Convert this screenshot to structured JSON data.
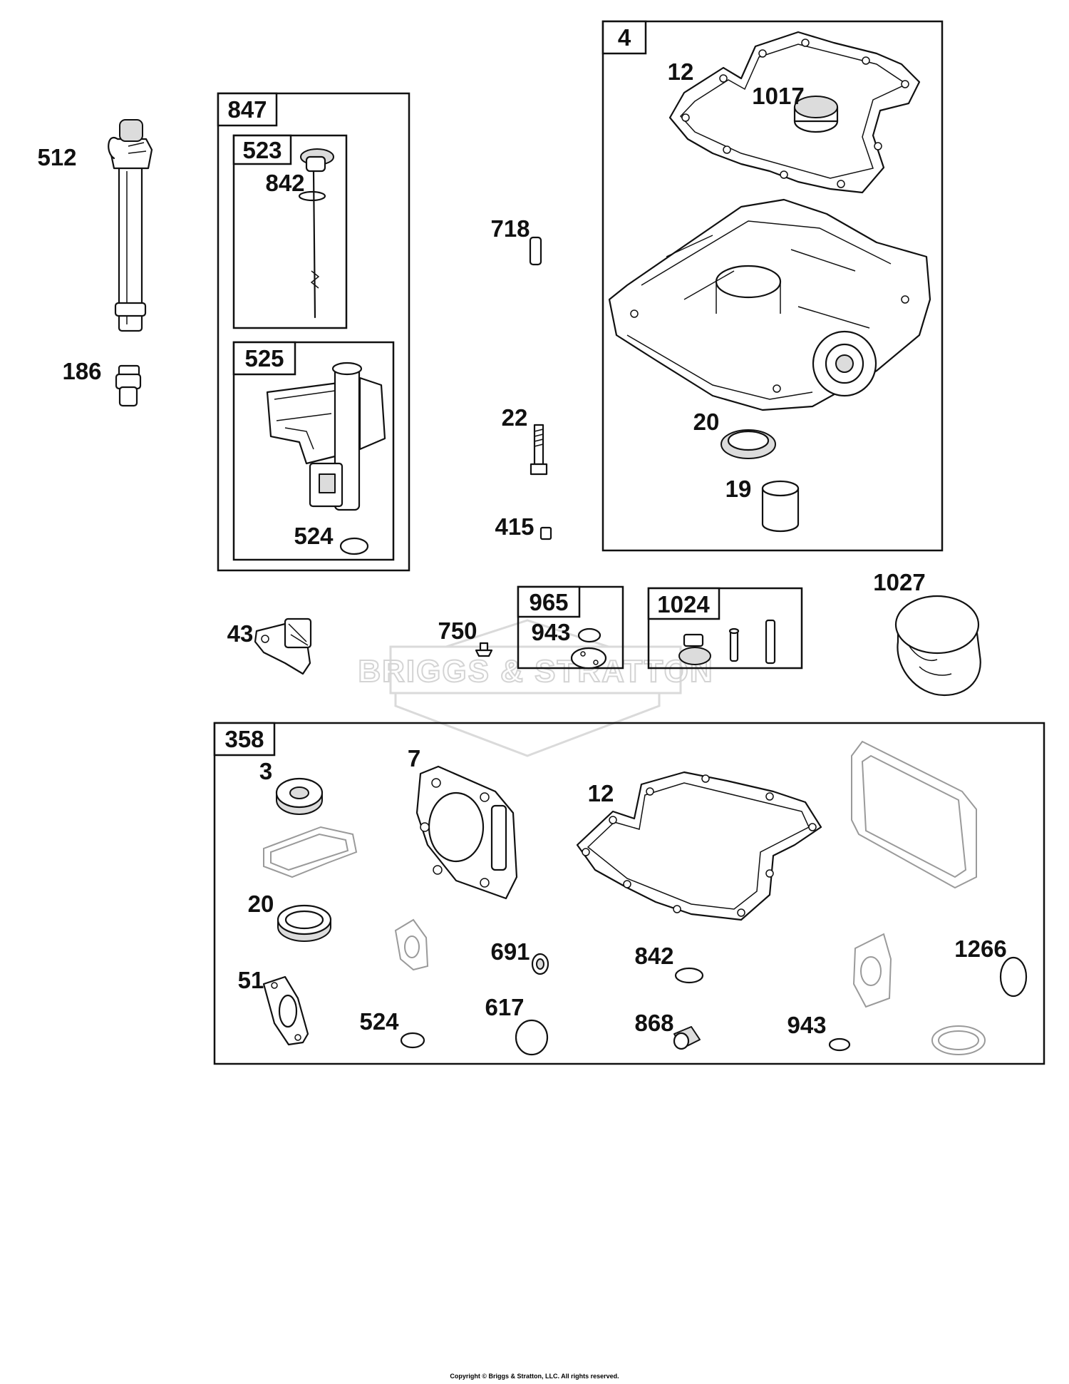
{
  "diagram": {
    "watermark": "BRIGGS & STRATTON",
    "copyright": "Copyright © Briggs & Stratton, LLC. All rights reserved.",
    "groups": [
      {
        "id": "847",
        "label": "847"
      },
      {
        "id": "523",
        "label": "523"
      },
      {
        "id": "525",
        "label": "525"
      },
      {
        "id": "4",
        "label": "4"
      },
      {
        "id": "965",
        "label": "965"
      },
      {
        "id": "1024",
        "label": "1024"
      },
      {
        "id": "358",
        "label": "358"
      }
    ],
    "callouts": [
      {
        "id": "512",
        "label": "512"
      },
      {
        "id": "186",
        "label": "186"
      },
      {
        "id": "842a",
        "label": "842"
      },
      {
        "id": "524a",
        "label": "524"
      },
      {
        "id": "718",
        "label": "718"
      },
      {
        "id": "22",
        "label": "22"
      },
      {
        "id": "415",
        "label": "415"
      },
      {
        "id": "12a",
        "label": "12"
      },
      {
        "id": "1017",
        "label": "1017"
      },
      {
        "id": "20a",
        "label": "20"
      },
      {
        "id": "19",
        "label": "19"
      },
      {
        "id": "43",
        "label": "43"
      },
      {
        "id": "750",
        "label": "750"
      },
      {
        "id": "943a",
        "label": "943"
      },
      {
        "id": "1027",
        "label": "1027"
      },
      {
        "id": "3",
        "label": "3"
      },
      {
        "id": "7",
        "label": "7"
      },
      {
        "id": "12b",
        "label": "12"
      },
      {
        "id": "20b",
        "label": "20"
      },
      {
        "id": "691",
        "label": "691"
      },
      {
        "id": "842b",
        "label": "842"
      },
      {
        "id": "1266",
        "label": "1266"
      },
      {
        "id": "51",
        "label": "51"
      },
      {
        "id": "524b",
        "label": "524"
      },
      {
        "id": "617",
        "label": "617"
      },
      {
        "id": "868",
        "label": "868"
      },
      {
        "id": "943b",
        "label": "943"
      }
    ]
  }
}
